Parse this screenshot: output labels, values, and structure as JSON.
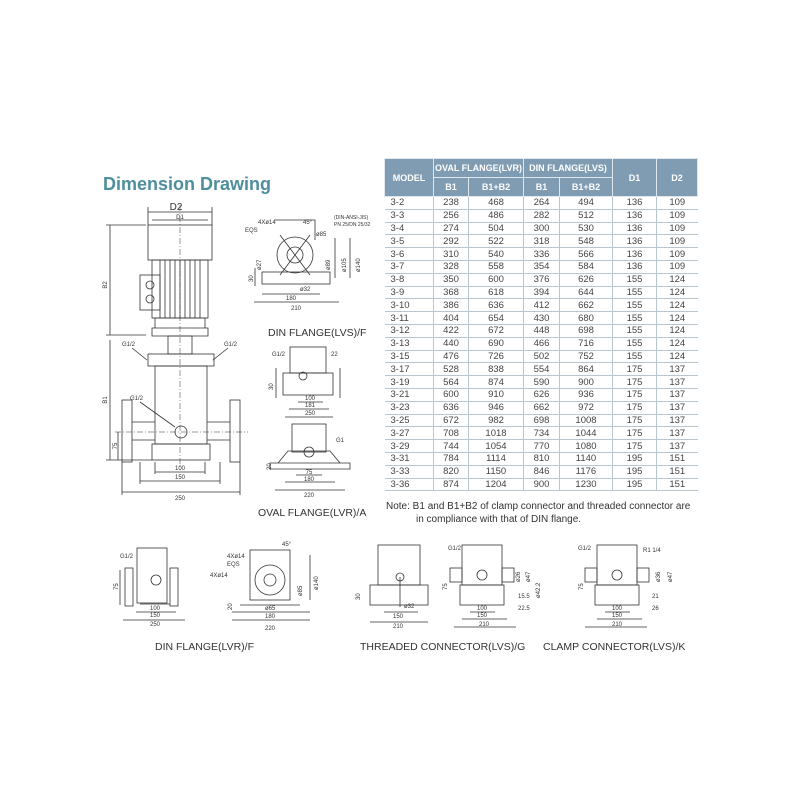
{
  "title": "Dimension Drawing",
  "table": {
    "headers": {
      "model": "MODEL",
      "oval": "OVAL FLANGE(LVR)",
      "din": "DIN FLANGE(LVS)",
      "d1": "D1",
      "d2": "D2",
      "b1": "B1",
      "b1b2": "B1+B2"
    },
    "rows": [
      [
        "3-2",
        "238",
        "468",
        "264",
        "494",
        "136",
        "109"
      ],
      [
        "3-3",
        "256",
        "486",
        "282",
        "512",
        "136",
        "109"
      ],
      [
        "3-4",
        "274",
        "504",
        "300",
        "530",
        "136",
        "109"
      ],
      [
        "3-5",
        "292",
        "522",
        "318",
        "548",
        "136",
        "109"
      ],
      [
        "3-6",
        "310",
        "540",
        "336",
        "566",
        "136",
        "109"
      ],
      [
        "3-7",
        "328",
        "558",
        "354",
        "584",
        "136",
        "109"
      ],
      [
        "3-8",
        "350",
        "600",
        "376",
        "626",
        "155",
        "124"
      ],
      [
        "3-9",
        "368",
        "618",
        "394",
        "644",
        "155",
        "124"
      ],
      [
        "3-10",
        "386",
        "636",
        "412",
        "662",
        "155",
        "124"
      ],
      [
        "3-11",
        "404",
        "654",
        "430",
        "680",
        "155",
        "124"
      ],
      [
        "3-12",
        "422",
        "672",
        "448",
        "698",
        "155",
        "124"
      ],
      [
        "3-13",
        "440",
        "690",
        "466",
        "716",
        "155",
        "124"
      ],
      [
        "3-15",
        "476",
        "726",
        "502",
        "752",
        "155",
        "124"
      ],
      [
        "3-17",
        "528",
        "838",
        "554",
        "864",
        "175",
        "137"
      ],
      [
        "3-19",
        "564",
        "874",
        "590",
        "900",
        "175",
        "137"
      ],
      [
        "3-21",
        "600",
        "910",
        "626",
        "936",
        "175",
        "137"
      ],
      [
        "3-23",
        "636",
        "946",
        "662",
        "972",
        "175",
        "137"
      ],
      [
        "3-25",
        "672",
        "982",
        "698",
        "1008",
        "175",
        "137"
      ],
      [
        "3-27",
        "708",
        "1018",
        "734",
        "1044",
        "175",
        "137"
      ],
      [
        "3-29",
        "744",
        "1054",
        "770",
        "1080",
        "175",
        "137"
      ],
      [
        "3-31",
        "784",
        "1114",
        "810",
        "1140",
        "195",
        "151"
      ],
      [
        "3-33",
        "820",
        "1150",
        "846",
        "1176",
        "195",
        "151"
      ],
      [
        "3-36",
        "874",
        "1204",
        "900",
        "1230",
        "195",
        "151"
      ]
    ]
  },
  "note": {
    "line1": "Note: B1 and B1+B2 of clamp connector and threaded connector are",
    "line2": "in compliance with that of DIN flange."
  },
  "main": {
    "d2": "D2",
    "d1": "D1",
    "b2": "B2",
    "b1": "B1",
    "g_left": "G1/2",
    "g_right": "G1/2",
    "g_mid": "G1/2",
    "h75": "75",
    "w100": "100",
    "w150": "150",
    "w250": "250"
  },
  "din_lvs": {
    "caption": "DIN FLANGE(LVS)/F",
    "bolts": "4Xø14",
    "eq": "EQS",
    "std": "(DIN-ANSI-JIS)",
    "pn": "PN 25/DN 25/32",
    "ang": "45°",
    "d85": "ø85",
    "d89": "ø89",
    "d105": "ø105",
    "d140": "ø140",
    "d32": "ø32",
    "h30": "30",
    "d27": "ø27",
    "w180": "180",
    "w210": "210"
  },
  "oval_lvr": {
    "caption": "OVAL FLANGE(LVR)/A",
    "g12": "G1/2",
    "g1": "G1",
    "h22": "22",
    "h30": "30",
    "w100": "100",
    "w181": "181",
    "w250": "250",
    "h20": "20",
    "w75": "75",
    "w180": "180",
    "w220": "220"
  },
  "din_lvr": {
    "caption": "DIN FLANGE(LVR)/F",
    "g12": "G1/2",
    "h75": "75",
    "w100": "100",
    "w150": "150",
    "w250": "250",
    "bolts1": "4Xø14",
    "eq": "EQS",
    "bolts2": "4Xø14",
    "ang": "45°",
    "d140": "ø140",
    "d85": "ø85",
    "d65": "ø65",
    "h20": "20",
    "w180": "180",
    "w220": "220"
  },
  "threaded": {
    "caption": "THREADED CONNECTOR(LVS)/G",
    "h30": "30",
    "d32": "ø32",
    "w150": "150",
    "w210": "210",
    "g12": "G1/2",
    "h75": "75",
    "w100": "100",
    "w150b": "150",
    "w210b": "210",
    "d15": "15.5",
    "d22": "22.5",
    "d42": "ø42.2",
    "d26": "ø26",
    "d47": "ø47"
  },
  "clamp": {
    "caption": "CLAMP CONNECTOR(LVS)/K",
    "g12": "G1/2",
    "r": "R1 1/4",
    "h75": "75",
    "w100": "100",
    "w150": "150",
    "w210": "210",
    "d21": "21",
    "d26": "26",
    "d36": "ø36",
    "d47": "ø47"
  }
}
